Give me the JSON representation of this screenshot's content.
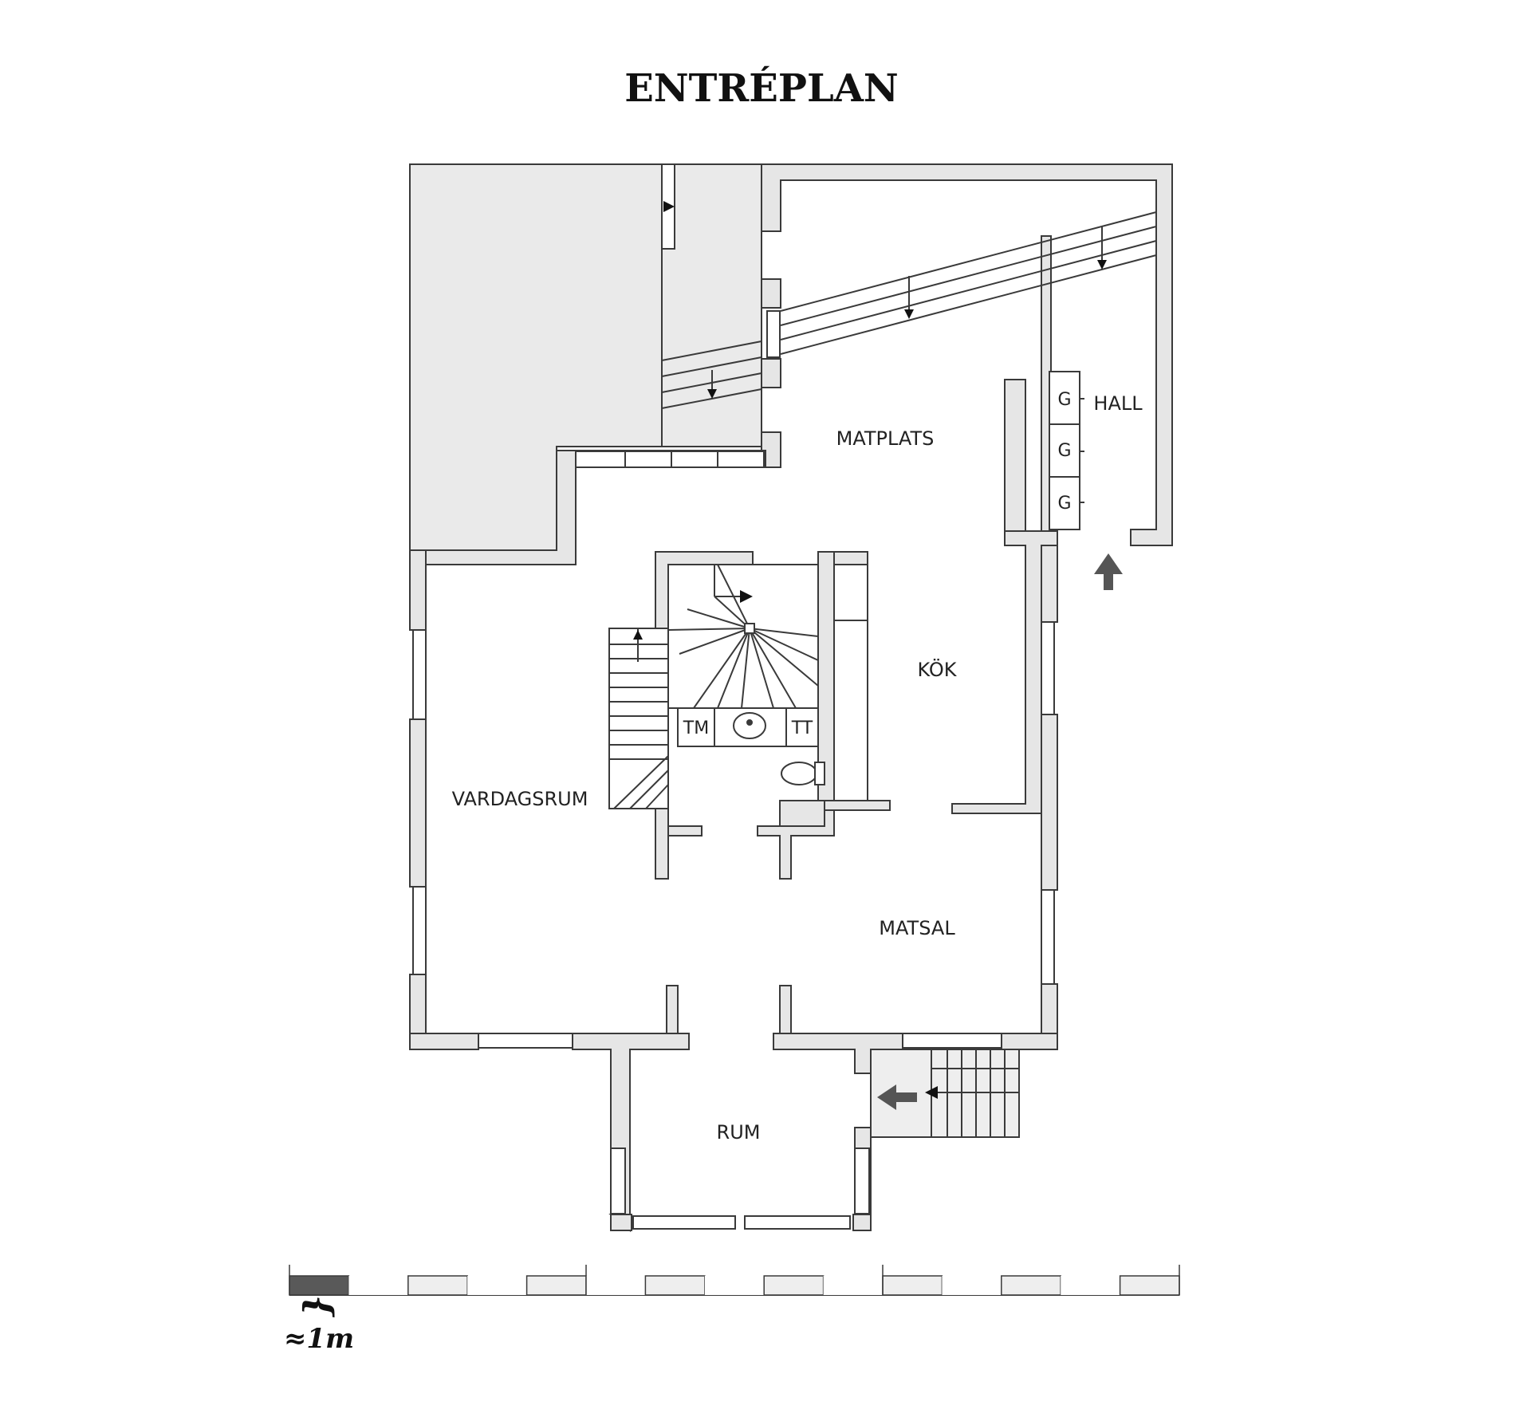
{
  "title": "ENTRÉPLAN",
  "rooms": {
    "matplats": "MATPLATS",
    "hall": "HALL",
    "kok": "KÖK",
    "vardagsrum": "VARDAGSRUM",
    "matsal": "MATSAL",
    "rum": "RUM"
  },
  "fixtures": {
    "tm": "TM",
    "tt": "TT",
    "g": "G"
  },
  "scale": {
    "label": "≈1m",
    "segments": 15
  },
  "colors": {
    "wall": "#e6e6e6",
    "line": "#3a3a3a",
    "arrow": "#555555",
    "scale_fill": "#595959",
    "scale_light": "#eeeeee"
  }
}
